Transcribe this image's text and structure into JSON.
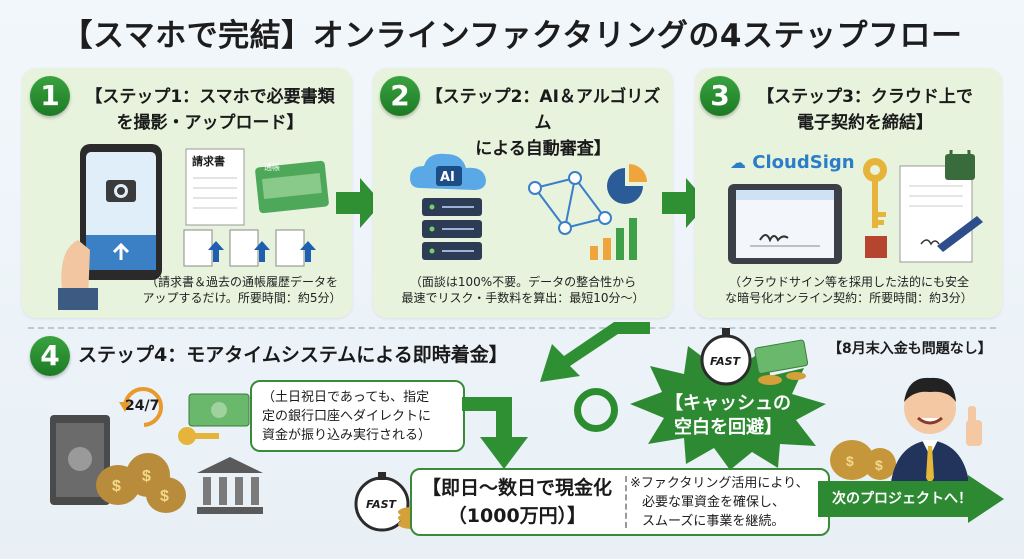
{
  "title": "【スマホで完結】オンラインファクタリングの4ステップフロー",
  "steps": [
    {
      "number": "1",
      "heading_line1": "【ステップ1：スマホで必要書類",
      "heading_line2": "を撮影・アップロード】",
      "doc_label": "請求書",
      "passbook_label": "通帳",
      "caption_line1": "（請求書＆過去の通帳履歴データを",
      "caption_line2": "アップするだけ。所要時間：約5分）"
    },
    {
      "number": "2",
      "heading_line1": "【ステップ2：AI＆アルゴリズム",
      "heading_line2": "による自動審査】",
      "ai_label": "AI",
      "caption_line1": "（面談は100%不要。データの整合性から",
      "caption_line2": "最速でリスク・手数料を算出：最短10分〜）"
    },
    {
      "number": "3",
      "heading_line1": "【ステップ3：クラウド上で",
      "heading_line2": "電子契約を締結】",
      "brand": "CloudSign",
      "caption_line1": "（クラウドサイン等を採用した法的にも安全",
      "caption_line2": "な暗号化オンライン契約：所要時間：約3分）"
    },
    {
      "number": "4",
      "heading": "ステップ4：モアタイムシステムによる即時着金】",
      "badge_247": "24/7",
      "note_line1": "（土日祝日であっても、指定",
      "note_line2": "定の銀行口座へダイレクトに",
      "note_line3": "資金が振り込み実行される）",
      "result_line1": "【即日〜数日で現金化",
      "result_line2": "（1000万円）】",
      "fast_label": "FAST",
      "side_note_line1": "※ファクタリング活用により、",
      "side_note_line2": "必要な軍資金を確保し、",
      "side_note_line3": "スムーズに事業を継続。"
    }
  ],
  "burst": {
    "line1": "【キャッシュの",
    "line2": "空白を回避】",
    "fast_label": "FAST"
  },
  "circle_mark": "O",
  "right_label": "【8月末入金も問題なし】",
  "next_project": "次のプロジェクトへ！",
  "colors": {
    "green_dark": "#1f7a25",
    "green_light": "#e8f3dd",
    "navy": "#23345c"
  }
}
